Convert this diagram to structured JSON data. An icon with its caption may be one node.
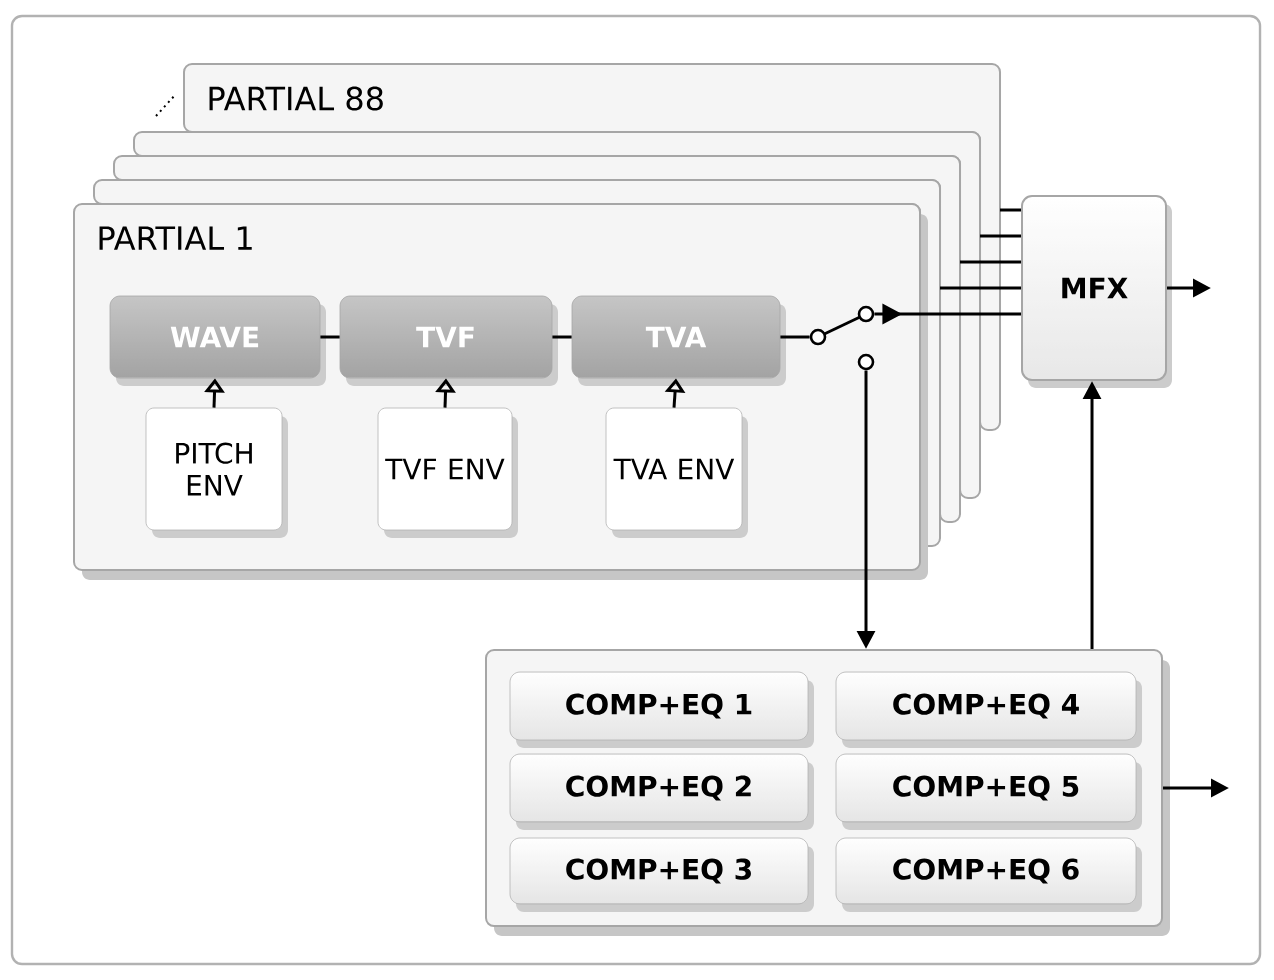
{
  "diagram": {
    "nodes": [
      {
        "text": [
          "PARTIAL 88"
        ]
      },
      {
        "text": [],
        "shape": "box"
      },
      {
        "text": [],
        "shape": "box"
      },
      {
        "text": [],
        "shape": "box"
      },
      {
        "text": [
          "PARTIAL 1"
        ]
      },
      {
        "text": [
          "WAVE"
        ],
        "in": 4
      },
      {
        "text": [
          "TVF"
        ],
        "in": 4
      },
      {
        "text": [
          "TVA"
        ],
        "in": 4
      },
      {
        "text": [
          "PITCH ENV"
        ],
        "in": 4
      },
      {
        "text": [
          "TVF ENV"
        ],
        "in": 4
      },
      {
        "text": [
          "TVA ENV"
        ],
        "in": 4
      },
      {
        "text": [],
        "shape": "switch",
        "in": 4
      },
      {
        "text": [
          "MFX"
        ]
      },
      {
        "text": [],
        "shape": "box"
      },
      {
        "text": [
          "COMP+EQ 1"
        ],
        "in": 13
      },
      {
        "text": [
          "COMP+EQ 4"
        ],
        "in": 13
      },
      {
        "text": [
          "COMP+EQ 2"
        ],
        "in": 13
      },
      {
        "text": [
          "COMP+EQ 5"
        ],
        "in": 13
      },
      {
        "text": [
          "COMP+EQ 3"
        ],
        "in": 13
      },
      {
        "text": [
          "COMP+EQ 6"
        ],
        "in": 13
      }
    ],
    "edges": [
      {
        "from": 5,
        "to": 6,
        "arrow": "none"
      },
      {
        "from": 6,
        "to": 7,
        "arrow": "none"
      },
      {
        "from": 8,
        "to": 5,
        "arrow": "to"
      },
      {
        "from": 9,
        "to": 6,
        "arrow": "to"
      },
      {
        "from": 10,
        "to": 7,
        "arrow": "to"
      },
      {
        "from": 7,
        "to": 11,
        "arrow": "none"
      },
      {
        "from": 11,
        "to": 12,
        "arrow": "to"
      },
      {
        "from": 11,
        "to": 13,
        "arrow": "to"
      },
      {
        "from": 0,
        "to": 12,
        "arrow": "none"
      },
      {
        "from": 1,
        "to": 12,
        "arrow": "none"
      },
      {
        "from": 2,
        "to": 12,
        "arrow": "none"
      },
      {
        "from": 3,
        "to": 12,
        "arrow": "none"
      },
      {
        "from": 13,
        "to": 12,
        "arrow": "to"
      },
      {
        "from": 12,
        "to": null,
        "arrow": "to"
      },
      {
        "from": 13,
        "to": null,
        "arrow": "to"
      }
    ]
  }
}
